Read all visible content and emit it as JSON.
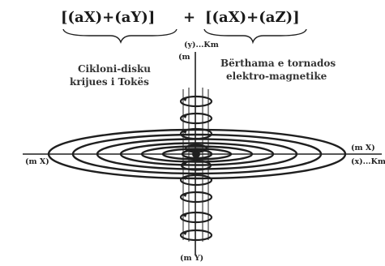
{
  "equation": {
    "left_term": "[(aX)+(aY)]",
    "operator": "+",
    "right_term": "[(aX)+(aZ)]"
  },
  "captions": {
    "left_line1": "Cikloni-disku",
    "left_line2": "krijues i Tokës",
    "right_line1": "Bërthama e tornados",
    "right_line2": "elektro-magnetike"
  },
  "axis_labels": {
    "y_top": "(y)...Km",
    "m_top": "(m",
    "m_x_left": "(m X)",
    "m_x_right": "(m X)",
    "x_right": "(x)...Km",
    "m_y_bottom": "(m Y)"
  },
  "colors": {
    "ink": "#1f1f1f",
    "background": "#ffffff"
  }
}
